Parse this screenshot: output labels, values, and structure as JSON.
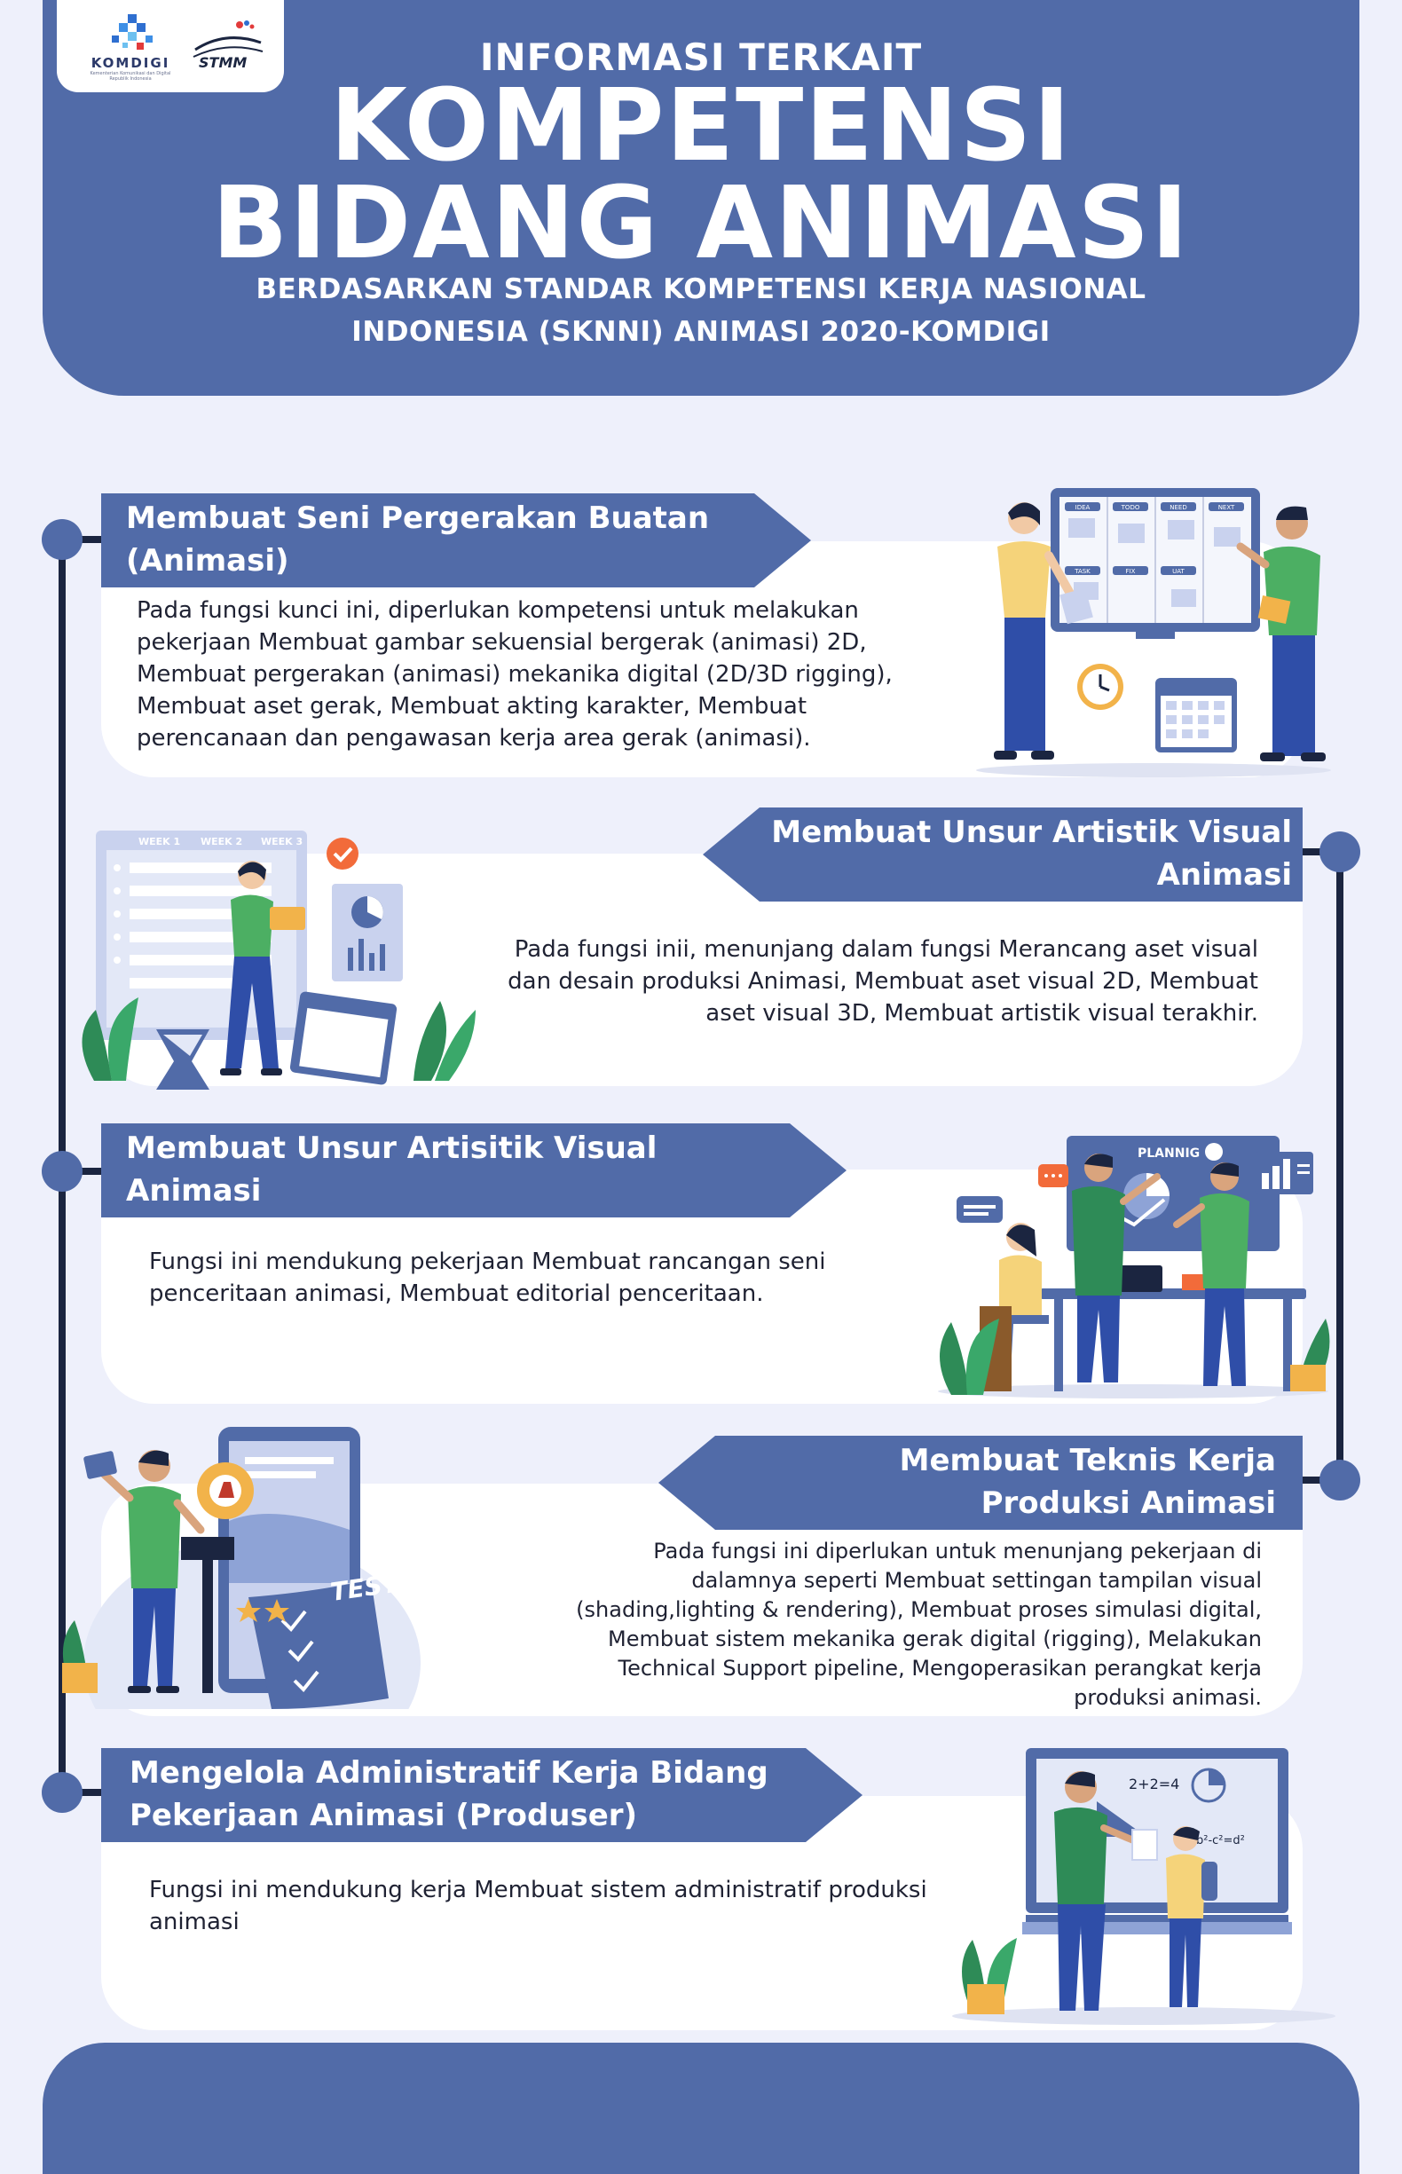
{
  "header": {
    "title_top": "INFORMASI TERKAIT",
    "title_line1": "KOMPETENSI",
    "title_line2": "BIDANG ANIMASI",
    "subtitle_line1": "BERDASARKAN STANDAR KOMPETENSI KERJA NASIONAL",
    "subtitle_line2": "INDONESIA (SKNNI) ANIMASI 2020-KOMDIGI"
  },
  "logos": {
    "komdigi_word": "KOMDIGI",
    "komdigi_sub1": "Kementerian Komunikasi dan Digital",
    "komdigi_sub2": "Republik Indonesia",
    "stmm_word": "STMM"
  },
  "colors": {
    "primary": "#516ba8",
    "background": "#eef0fb",
    "card": "#ffffff",
    "rail": "#1b2540"
  },
  "sections": [
    {
      "title_line1": "Membuat Seni Pergerakan Buatan",
      "title_line2": "(Animasi)",
      "body": [
        "Pada fungsi kunci ini, diperlukan kompetensi untuk melakukan",
        "pekerjaan Membuat gambar sekuensial bergerak (animasi) 2D,",
        "Membuat pergerakan (animasi) mekanika digital (2D/3D rigging),",
        "Membuat aset gerak, Membuat akting karakter, Membuat",
        "perencanaan dan pengawasan kerja area gerak (animasi)."
      ],
      "board_labels": [
        "IDEA",
        "TODO",
        "NEED",
        "NEXT",
        "TASK",
        "FIX",
        "UAT"
      ]
    },
    {
      "title_line1": "Membuat Unsur Artistik Visual",
      "title_line2": "Animasi",
      "body": [
        "Pada fungsi inii, menunjang dalam fungsi Merancang aset visual",
        "dan desain produksi Animasi, Membuat aset visual 2D, Membuat",
        "aset visual 3D, Membuat artistik visual terakhir."
      ],
      "week_labels": [
        "WEEK 1",
        "WEEK 2",
        "WEEK 3"
      ]
    },
    {
      "title_line1": "Membuat Unsur Artisitik Visual",
      "title_line2": "Animasi",
      "body": [
        "Fungsi ini mendukung pekerjaan Membuat rancangan seni",
        "penceritaan animasi, Membuat editorial penceritaan."
      ],
      "board_label": "PLANNIG"
    },
    {
      "title_line1": "Membuat Teknis Kerja",
      "title_line2": "Produksi Animasi",
      "body": [
        "Pada fungsi ini diperlukan untuk menunjang pekerjaan di",
        "dalamnya seperti Membuat settingan tampilan visual",
        "(shading,lighting & rendering), Membuat proses simulasi digital,",
        "Membuat sistem mekanika gerak digital (rigging), Melakukan",
        "Technical Support pipeline, Mengoperasikan perangkat kerja",
        "produksi animasi."
      ],
      "paper_label": "TEST"
    },
    {
      "title_line1": "Mengelola Administratif Kerja Bidang",
      "title_line2": "Pekerjaan Animasi (Produser)",
      "body": [
        "Fungsi ini mendukung kerja Membuat sistem administratif produksi",
        "animasi"
      ],
      "board_math": [
        "2+2=4",
        "b²-c²=d²"
      ]
    }
  ]
}
